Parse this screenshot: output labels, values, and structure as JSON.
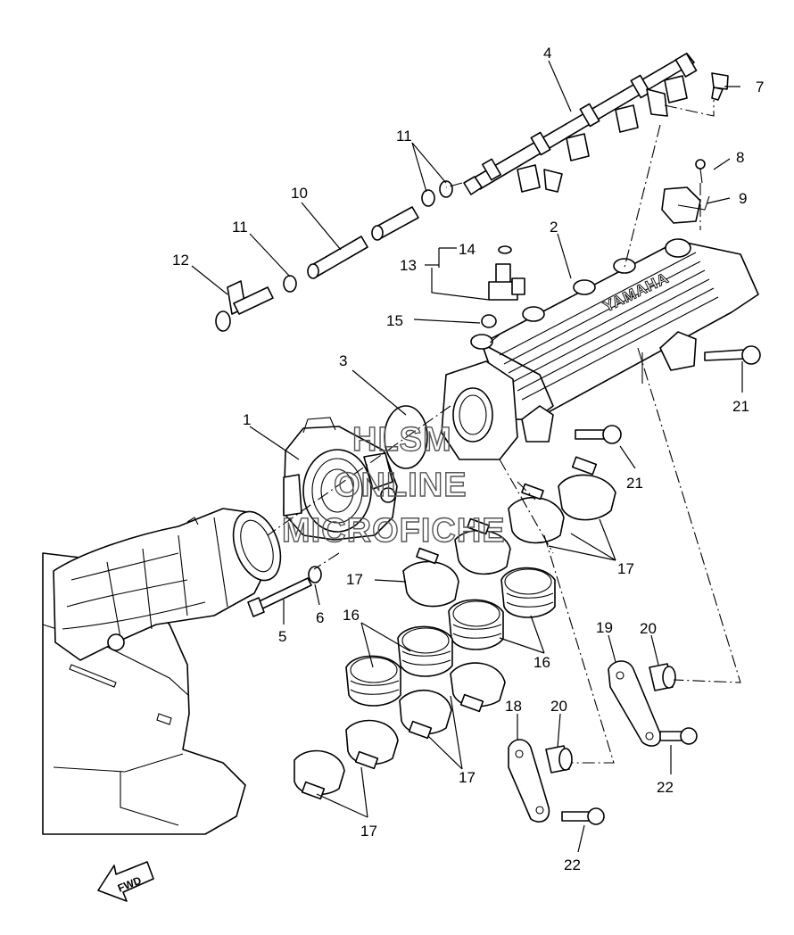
{
  "callouts": {
    "c1": "1",
    "c2": "2",
    "c3": "3",
    "c4": "4",
    "c5": "5",
    "c6": "6",
    "c7": "7",
    "c8": "8",
    "c9": "9",
    "c10": "10",
    "c11a": "11",
    "c11b": "11",
    "c12": "12",
    "c13": "13",
    "c14": "14",
    "c15": "15",
    "c16a": "16",
    "c16b": "16",
    "c17a": "17",
    "c17b": "17",
    "c17c": "17",
    "c17d": "17",
    "c18": "18",
    "c19": "19",
    "c20a": "20",
    "c20b": "20",
    "c21a": "21",
    "c21b": "21",
    "c22a": "22",
    "c22b": "22"
  },
  "brand_text": "YAMAHA",
  "direction_label": "FWD",
  "watermark": {
    "line1": "HLSM",
    "line2": "ONLINE",
    "line3": "MICROFICHE"
  }
}
